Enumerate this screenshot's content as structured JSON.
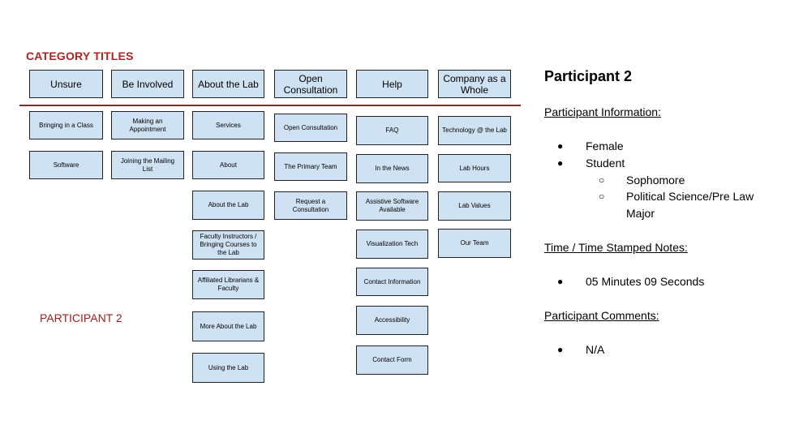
{
  "category_titles_label": "CATEGORY TITLES",
  "participant_label": "PARTICIPANT 2",
  "columns": [
    {
      "header": "Unsure",
      "cards": [
        "Bringing in a Class",
        "Software"
      ]
    },
    {
      "header": "Be Involved",
      "cards": [
        "Making an Appointment",
        "Joining the Mailing List"
      ]
    },
    {
      "header": "About the Lab",
      "cards": [
        "Services",
        "About",
        "About the Lab",
        "Faculty Instructors / Bringing Courses to the Lab",
        "Affiliated Librarians & Faculty",
        "More About the Lab",
        "Using the Lab"
      ]
    },
    {
      "header": "Open Consultation",
      "cards": [
        "Open Consultation",
        "The Primary Team",
        "Request a Consultation"
      ]
    },
    {
      "header": "Help",
      "cards": [
        "FAQ",
        "In the News",
        "Assistive Software Available",
        "Visualization Tech",
        "Contact Information",
        "Accessibility",
        "Contact Form"
      ]
    },
    {
      "header": "Company as a Whole",
      "cards": [
        "Technology @ the Lab",
        "Lab Hours",
        "Lab Values",
        "Our Team"
      ]
    }
  ],
  "notes": {
    "title": "Participant 2",
    "participant_info_heading": "Participant Information:",
    "info_items": [
      "Female",
      "Student"
    ],
    "student_subitems": [
      "Sophomore",
      "Political Science/Pre Law",
      "Major"
    ],
    "time_heading": "Time / Time Stamped Notes:",
    "time_items": [
      "05 Minutes 09 Seconds"
    ],
    "comments_heading": "Participant Comments:",
    "comment_items": [
      "N/A"
    ]
  }
}
